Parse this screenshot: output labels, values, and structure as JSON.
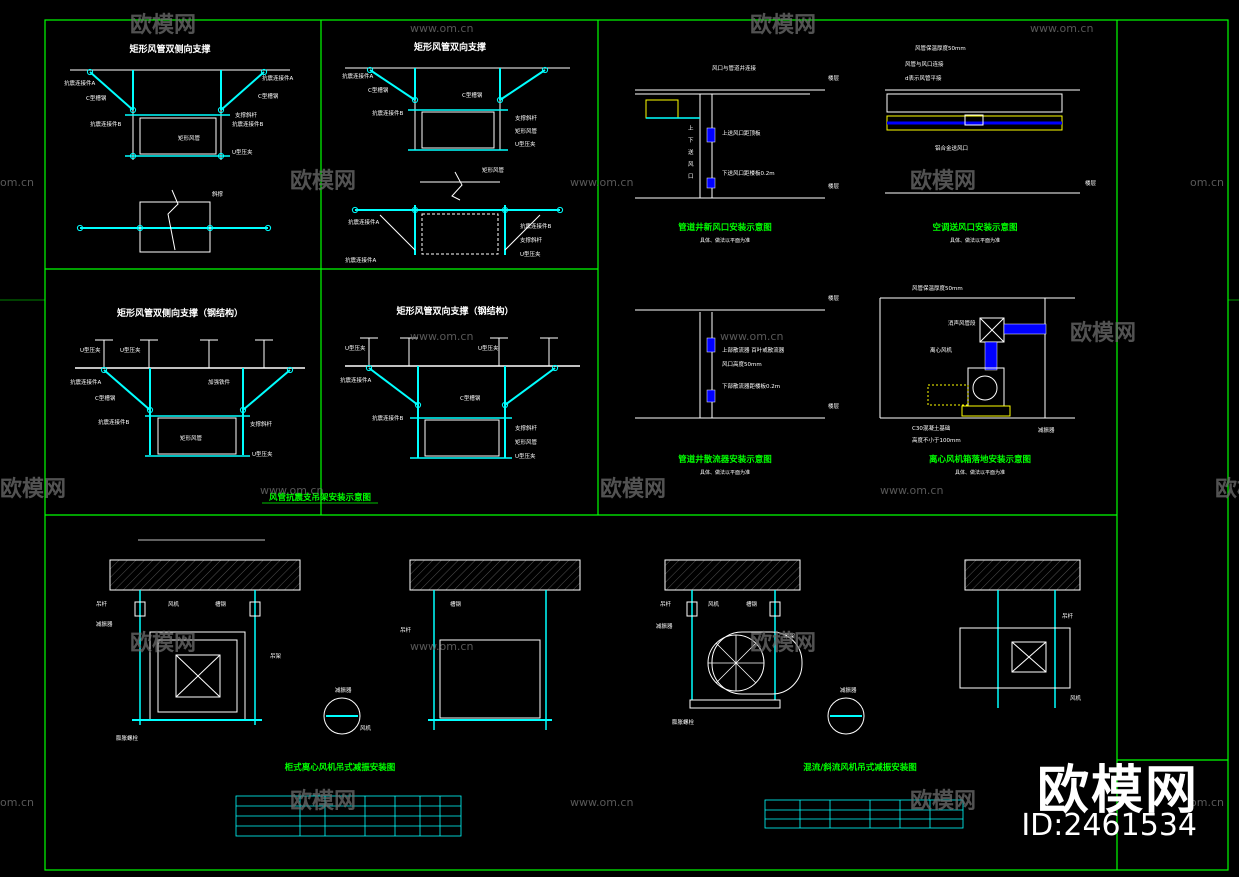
{
  "colors": {
    "background": "#000000",
    "frame": "#00ff00",
    "line": "#ffffff",
    "accent_cyan": "#00ffff",
    "accent_yellow": "#ffff00",
    "accent_blue": "#0000ff",
    "title_green": "#00ff00",
    "watermark": "#6e6e6e"
  },
  "watermark": {
    "logo_text": "欧模网",
    "site": "www.om.cn",
    "site_short": "om.cn",
    "brand_big": "欧模网",
    "id_text": "ID:2461534"
  },
  "titles": {
    "p1": "矩形风管双侧向支撑",
    "p2": "矩形风管双向支撑",
    "p3": "矩形风管双侧向支撑（钢结构）",
    "p4": "矩形风管双向支撑（钢结构）",
    "p34_caption": "风管抗震支吊架安装示意图",
    "p5": "管道井新风口安装示意图",
    "p5_sub": "具体、做法以平面为准",
    "p6": "空调送风口安装示意图",
    "p6_sub": "具体、做法以平面为准",
    "p7": "管道井散流器安装示意图",
    "p7_sub": "具体、做法以平面为准",
    "p8": "离心风机箱落地安装示意图",
    "p8_sub": "具体、做法以平面为准",
    "b1": "柜式离心风机吊式减振安装图",
    "b2": "混流/斜流风机吊式减振安装图"
  },
  "labels": {
    "p1": [
      "C型槽钢",
      "抗震连接件A",
      "支撑斜杆",
      "抗震连接件B",
      "矩形风管",
      "U型压夹",
      "抗震连接件A",
      "C型槽钢",
      "抗震连接件B",
      "斜撑"
    ],
    "p2": [
      "C型槽钢",
      "抗震连接件A",
      "C型槽钢",
      "抗震连接件B",
      "支撑斜杆",
      "矩形风管",
      "U型压夹",
      "矩形风管",
      "抗震连接件A",
      "抗震连接件B",
      "支撑斜杆",
      "U型压夹",
      "抗震连接件A"
    ],
    "p3": [
      "U型压夹",
      "U型压夹",
      "抗震连接件A",
      "C型槽钢",
      "加强铁件",
      "抗震连接件B",
      "支撑斜杆",
      "矩形风管",
      "U型压夹"
    ],
    "p4": [
      "U型压夹",
      "U型压夹",
      "抗震连接件A",
      "C型槽钢",
      "抗震连接件B",
      "支撑斜杆",
      "矩形风管",
      "U型压夹"
    ],
    "p5": [
      "楼层",
      "楼层",
      "上",
      "下",
      "送",
      "风",
      "口",
      "下送风口距楼板0.2m",
      "上送风口距顶板",
      "风口与管道井连接"
    ],
    "p6": [
      "风管保温厚度50mm",
      "风管与风口连接",
      "d表示风管平接",
      "铝合金送风口",
      "楼层"
    ],
    "p7": [
      "楼层",
      "楼层",
      "上部散流器 百叶或散流器",
      "下部散流器距楼板0.2m",
      "风口高度50mm"
    ],
    "p8": [
      "风管保温厚度50mm",
      "消声风管段",
      "离心风机",
      "C30混凝土基础",
      "高度不小于100mm",
      "减振器"
    ],
    "b1": [
      "吊杆",
      "减振器",
      "风机",
      "吊架",
      "膨胀螺栓",
      "槽钢",
      "减振器",
      "吊杆",
      "风机",
      "槽钢"
    ],
    "b2": [
      "吊杆",
      "减振器",
      "风机",
      "吊架",
      "膨胀螺栓",
      "槽钢",
      "减振器",
      "吊杆",
      "风机"
    ]
  }
}
